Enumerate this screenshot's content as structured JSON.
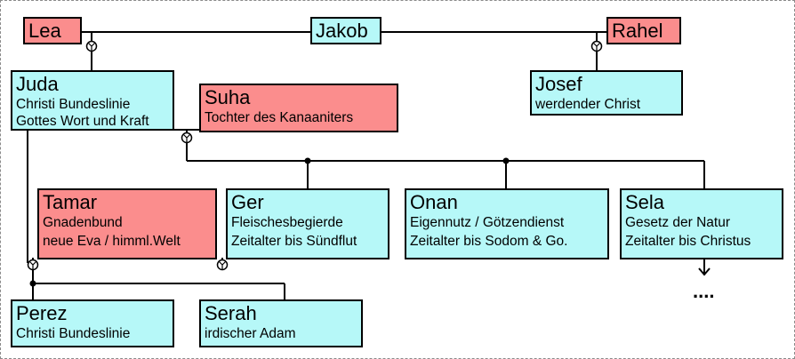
{
  "people": {
    "lea": {
      "name": "Lea"
    },
    "jakob": {
      "name": "Jakob"
    },
    "rahel": {
      "name": "Rahel"
    },
    "juda": {
      "name": "Juda",
      "lines": [
        "Christi Bundeslinie",
        "Gottes Wort und Kraft"
      ]
    },
    "josef": {
      "name": "Josef",
      "lines": [
        "werdender Christ"
      ]
    },
    "suha": {
      "name": "Suha",
      "lines": [
        "Tochter des Kanaaniters"
      ]
    },
    "tamar": {
      "name": "Tamar",
      "lines": [
        "Gnadenbund",
        "neue Eva / himml.Welt"
      ]
    },
    "ger": {
      "name": "Ger",
      "lines": [
        "Fleischesbegierde",
        "Zeitalter bis Sündflut"
      ]
    },
    "onan": {
      "name": "Onan",
      "lines": [
        "Eigennutz / Götzendienst",
        "Zeitalter bis Sodom & Go."
      ]
    },
    "sela": {
      "name": "Sela",
      "lines": [
        "Gesetz der Natur",
        "Zeitalter bis Christus"
      ]
    },
    "perez": {
      "name": "Perez",
      "lines": [
        "Christi Bundeslinie"
      ]
    },
    "serah": {
      "name": "Serah",
      "lines": [
        "irdischer Adam"
      ]
    }
  },
  "continuation": "....",
  "colors": {
    "male": "#b6f8f8",
    "female": "#fb8d8d",
    "line": "#000000",
    "frame": "#8a8a8a"
  }
}
